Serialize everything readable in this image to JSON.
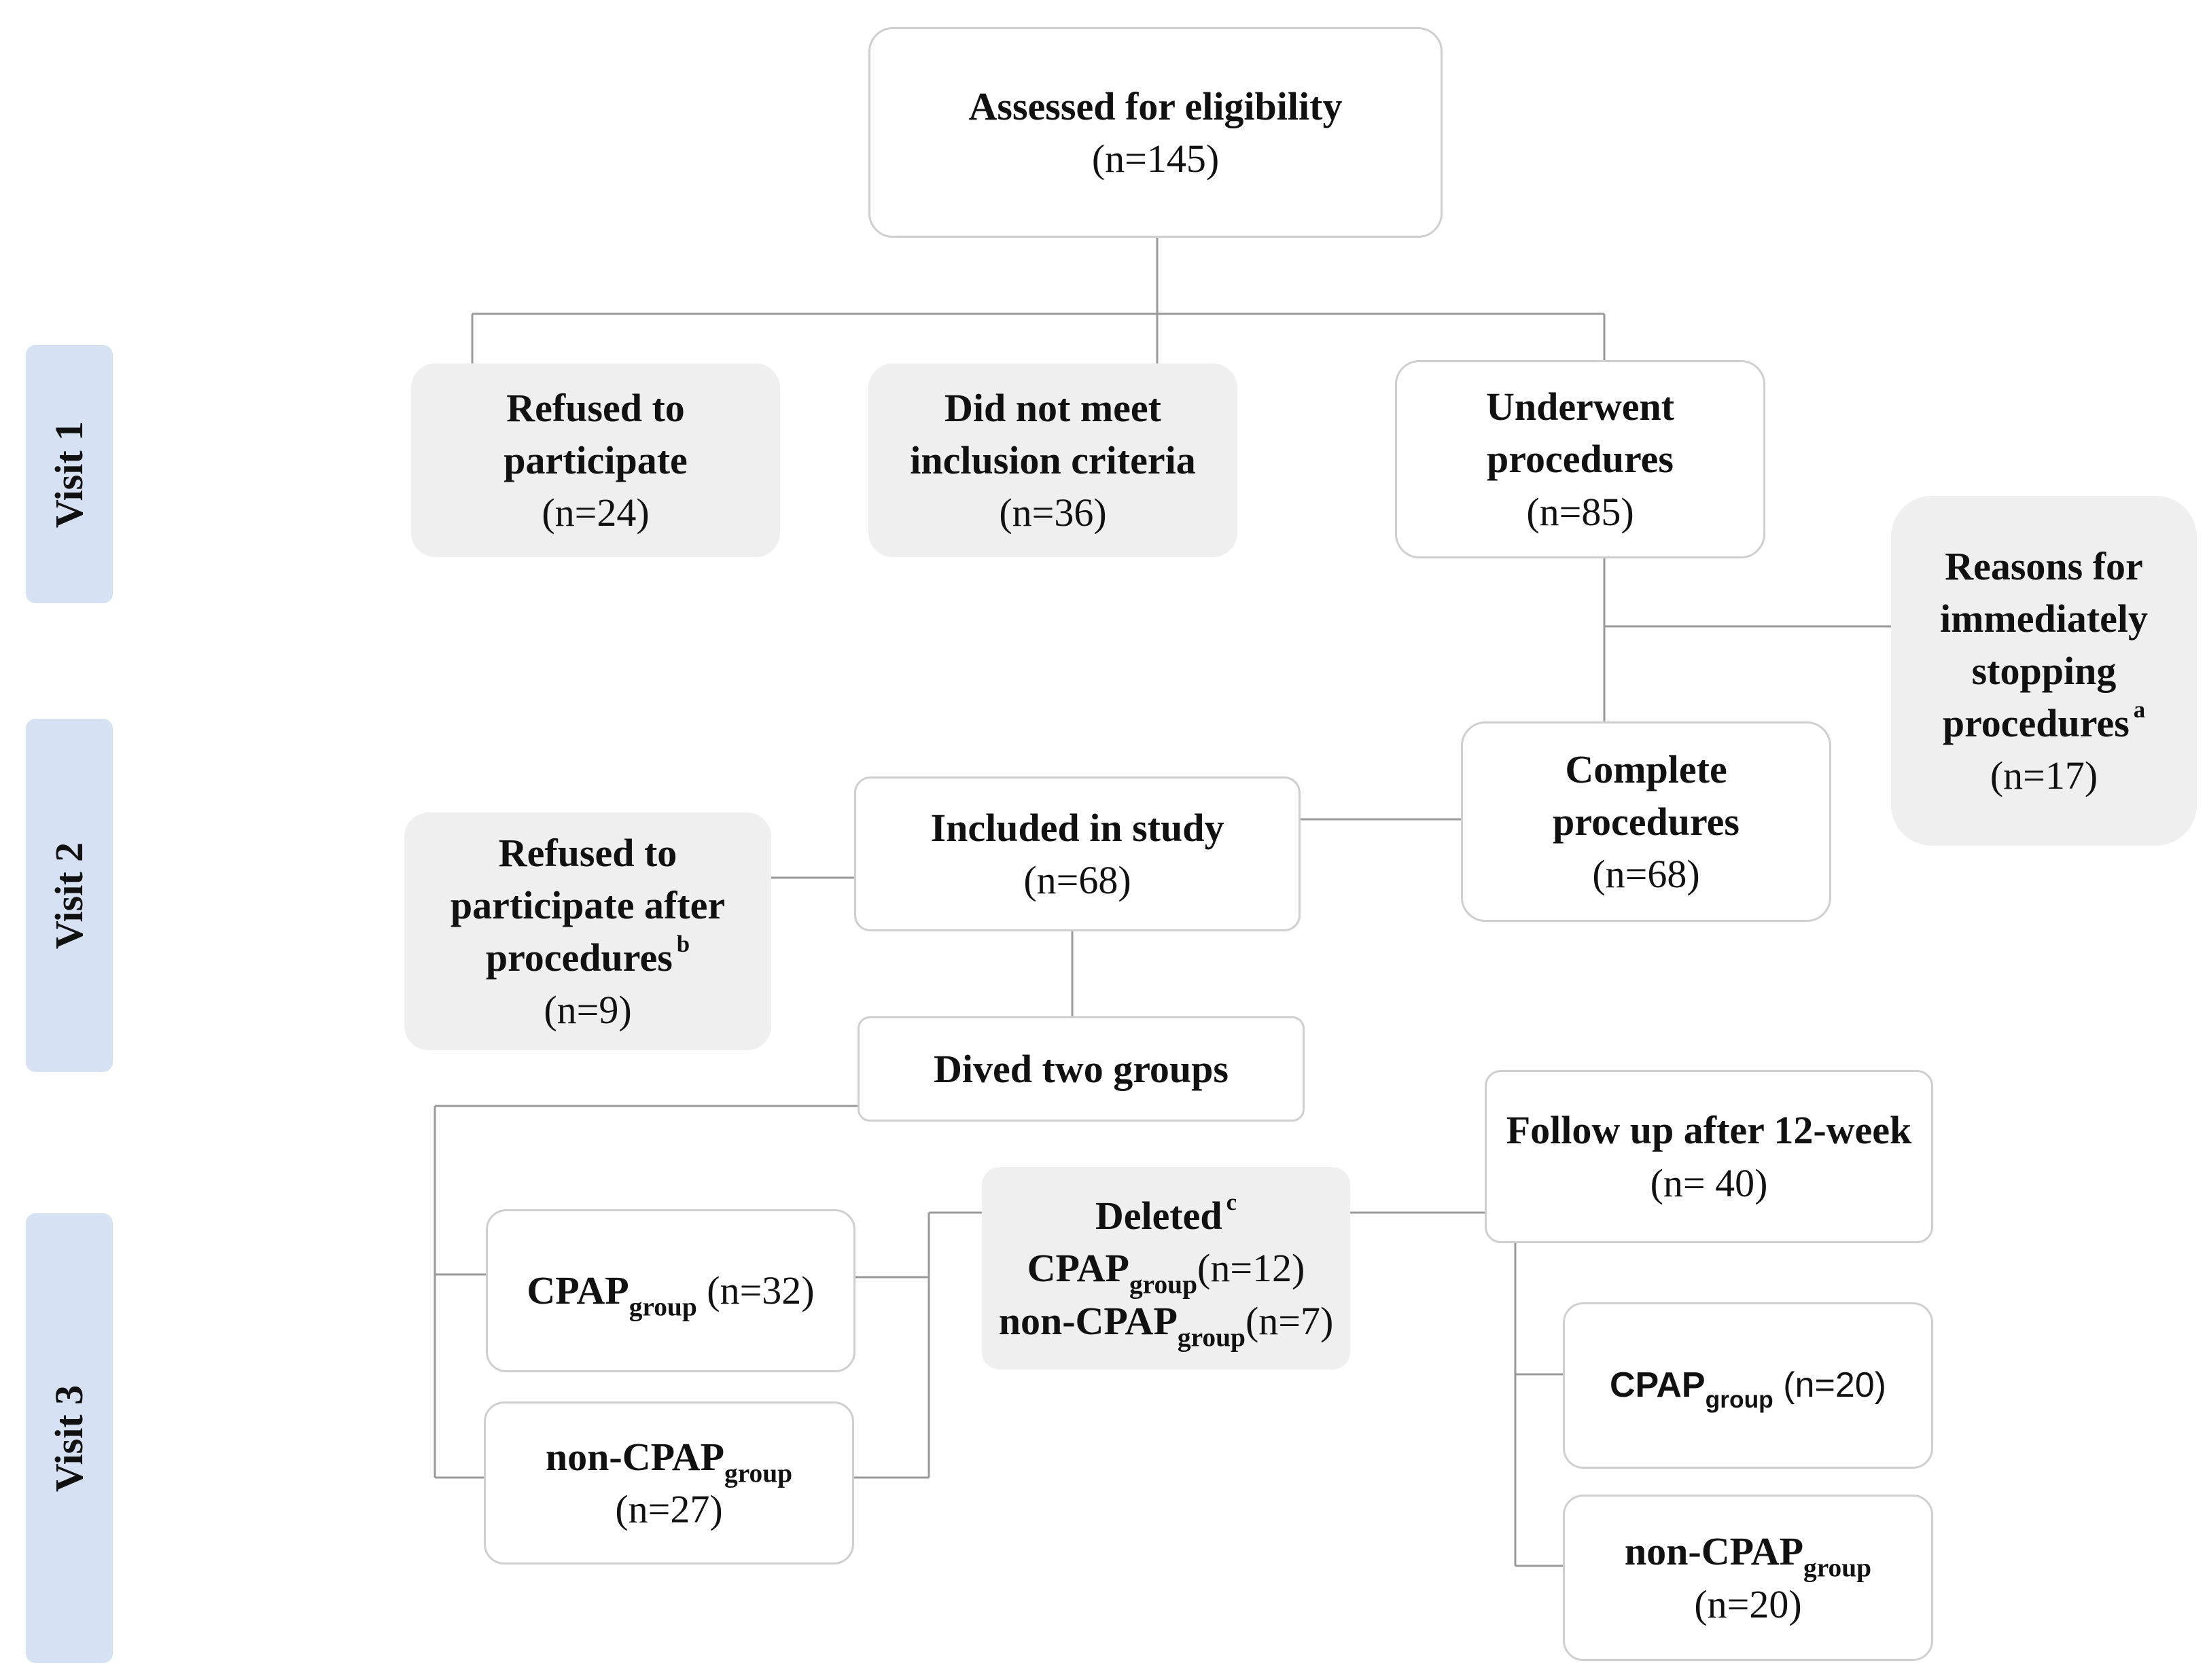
{
  "visits": [
    "Visit 1",
    "Visit 2",
    "Visit 3"
  ],
  "boxes": {
    "assessed": {
      "title": "Assessed for eligibility",
      "n": "(n=145)"
    },
    "refused": {
      "title1": "Refused to",
      "title2": "participate",
      "n": "(n=24)"
    },
    "not_meet": {
      "title1": "Did not meet",
      "title2": "inclusion criteria",
      "n": "(n=36)"
    },
    "underwent": {
      "title1": "Underwent",
      "title2": "procedures",
      "n": "(n=85)"
    },
    "reasons": {
      "title1": "Reasons for",
      "title2": "immediately",
      "title3": "stopping",
      "title4": "procedures",
      "footnote": "a",
      "n": "(n=17)"
    },
    "complete": {
      "title1": "Complete",
      "title2": "procedures",
      "n": "(n=68)"
    },
    "included": {
      "title": "Included in study",
      "n": "(n=68)"
    },
    "refused_after": {
      "title1": "Refused to",
      "title2": "participate after",
      "title3": "procedures",
      "footnote": "b",
      "n": "(n=9)"
    },
    "divided": {
      "title": "Dived two groups"
    },
    "cpap": {
      "name": "CPAP",
      "sub": "group",
      "n": "(n=32)"
    },
    "noncpap": {
      "name": "non-CPAP",
      "sub": "group",
      "n": "(n=27)"
    },
    "deleted": {
      "title": "Deleted",
      "footnote": "c",
      "cpap_name": "CPAP",
      "cpap_sub": "group",
      "cpap_n": "(n=12)",
      "noncpap_name": "non-CPAP",
      "noncpap_sub": "group",
      "noncpap_n": "(n=7)"
    },
    "followup": {
      "title": "Follow up after 12-week",
      "n": "(n= 40)"
    },
    "cpap_fu": {
      "name": "CPAP",
      "sub": "group",
      "n": "(n=20)"
    },
    "noncpap_fu": {
      "name": "non-CPAP",
      "sub": "group",
      "n": "(n=20)"
    }
  },
  "colors": {
    "visit_band": "#d6e2f3",
    "gray_box": "#efefef",
    "border": "#cfcfcf",
    "connector": "#9a9a9a"
  }
}
